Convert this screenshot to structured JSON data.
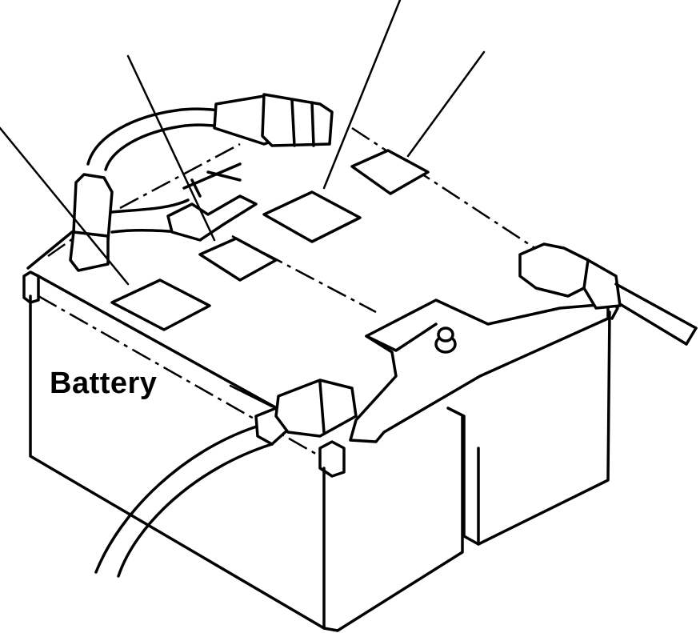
{
  "diagram": {
    "battery_label": "Battery",
    "callouts": [
      {
        "id": "callout-1"
      },
      {
        "id": "callout-2"
      },
      {
        "id": "callout-3"
      },
      {
        "id": "callout-4"
      },
      {
        "id": "callout-5"
      }
    ]
  }
}
